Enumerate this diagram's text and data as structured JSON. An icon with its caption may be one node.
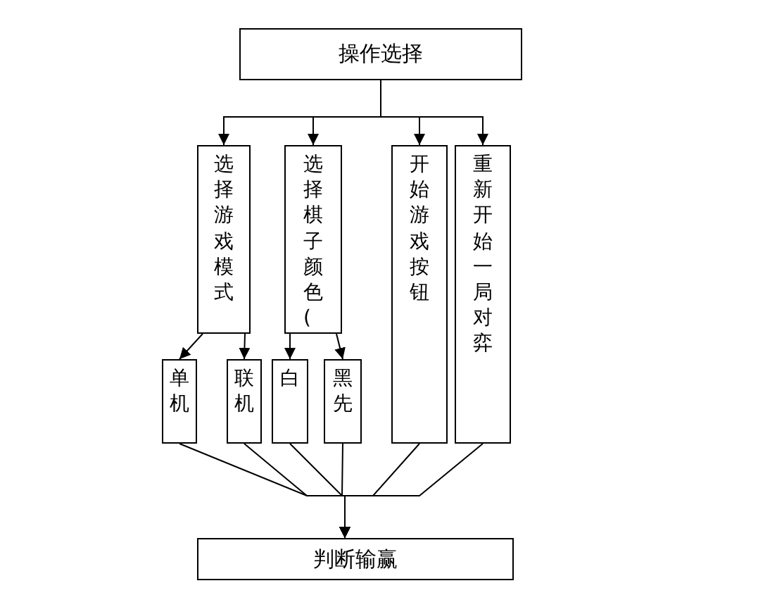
{
  "diagram": {
    "nodes": [
      {
        "text": [
          "操作选择"
        ]
      },
      {
        "text": [
          "选择游戏模式"
        ]
      },
      {
        "text": [
          "选择棋子颜色("
        ]
      },
      {
        "text": [
          "开始游戏按钮"
        ]
      },
      {
        "text": [
          "重新开始一局对弈"
        ]
      },
      {
        "text": [
          "单机"
        ]
      },
      {
        "text": [
          "联机"
        ]
      },
      {
        "text": [
          "白"
        ]
      },
      {
        "text": [
          "黑先"
        ]
      },
      {
        "text": [
          "判断输赢"
        ]
      }
    ],
    "edges": [
      {
        "from": 0,
        "to": 1,
        "arrow": "to"
      },
      {
        "from": 0,
        "to": 2,
        "arrow": "to"
      },
      {
        "from": 0,
        "to": 3,
        "arrow": "to"
      },
      {
        "from": 0,
        "to": 4,
        "arrow": "to"
      },
      {
        "from": 1,
        "to": 5,
        "arrow": "to"
      },
      {
        "from": 1,
        "to": 6,
        "arrow": "to"
      },
      {
        "from": 2,
        "to": 7,
        "arrow": "to"
      },
      {
        "from": 2,
        "to": 8,
        "arrow": "to"
      },
      {
        "from": 5,
        "to": 9,
        "arrow": "to"
      },
      {
        "from": 6,
        "to": 9,
        "arrow": "to"
      },
      {
        "from": 7,
        "to": 9,
        "arrow": "to"
      },
      {
        "from": 8,
        "to": 9,
        "arrow": "to"
      },
      {
        "from": 3,
        "to": 9,
        "arrow": "to"
      },
      {
        "from": 4,
        "to": 9,
        "arrow": "to"
      }
    ]
  }
}
